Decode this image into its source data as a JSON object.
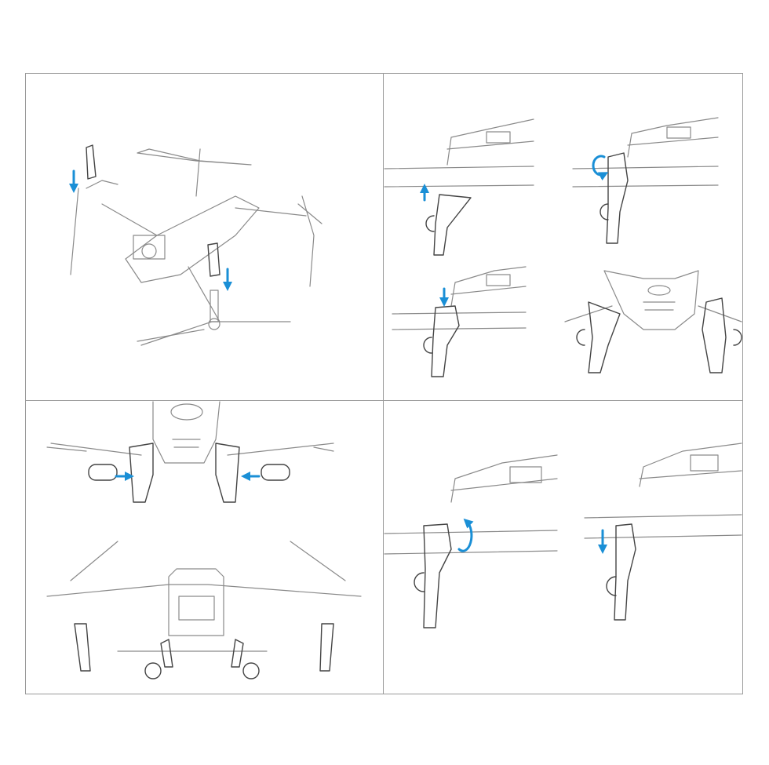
{
  "colors": {
    "accent": "#1a8fd6",
    "line": "#8a8a8a",
    "dark": "#444444",
    "border": "#9a9a9a"
  },
  "panels": [
    {
      "step": "attach-legs-to-drone"
    },
    {
      "step": "clip-leg-onto-arm"
    },
    {
      "step": "insert-feet"
    },
    {
      "step": "lock-and-remove"
    }
  ]
}
